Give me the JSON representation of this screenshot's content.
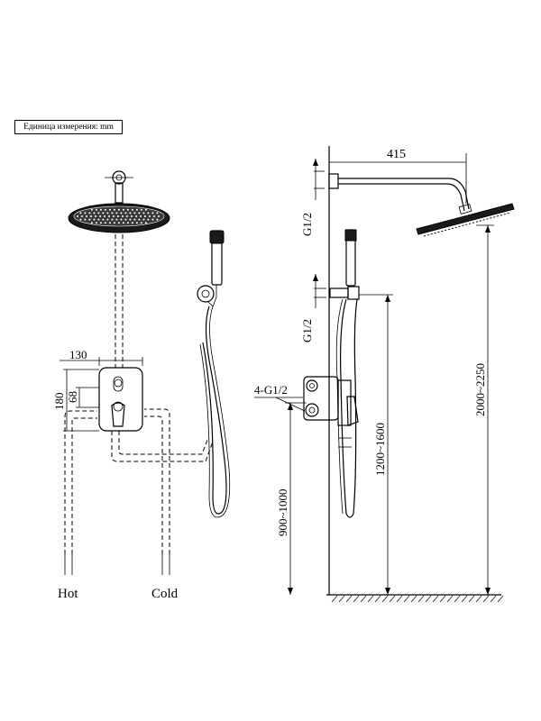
{
  "unit_label": "Единица измерения: mm",
  "front_view": {
    "dim_width": "130",
    "dim_height": "180",
    "dim_inner": "68",
    "label_hot": "Hot",
    "label_cold": "Cold"
  },
  "side_view": {
    "dim_arm": "415",
    "thread_top": "G1/2",
    "thread_mid": "G1/2",
    "thread_valve": "4-G1/2",
    "dim_valve_height": "900~1000",
    "dim_outlet_height": "1200~1600",
    "dim_shower_height": "2000~2250"
  }
}
